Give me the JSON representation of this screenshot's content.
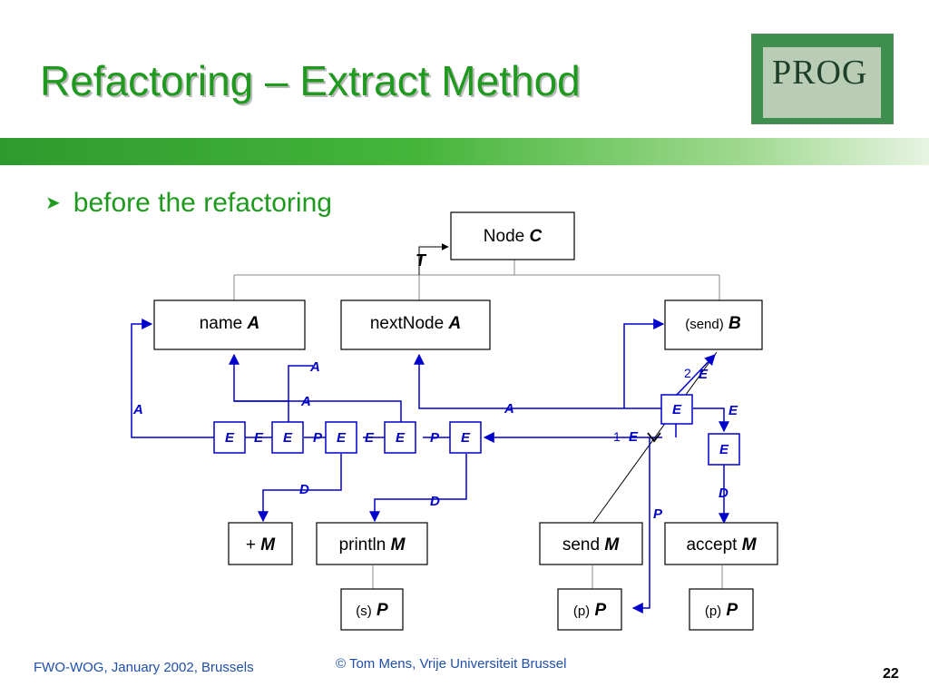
{
  "slide": {
    "title": "Refactoring – Extract Method",
    "bullet": "before the refactoring",
    "logo_text": "PROG",
    "footer_left": "FWO-WOG, January 2002, Brussels",
    "footer_center": "© Tom Mens, Vrije Universiteit Brussel",
    "page_number": "22"
  },
  "diagram": {
    "nodes": {
      "node": {
        "name": "Node",
        "type": "C"
      },
      "name": {
        "name": "name",
        "type": "A"
      },
      "nextnode": {
        "name": "nextNode",
        "type": "A"
      },
      "send_b": {
        "name": "(send)",
        "type": "B"
      },
      "plus": {
        "name": "+",
        "type": "M"
      },
      "println": {
        "name": "println",
        "type": "M"
      },
      "send_m": {
        "name": "send",
        "type": "M"
      },
      "accept": {
        "name": "accept",
        "type": "M"
      },
      "s_p": {
        "name": "(s)",
        "type": "P"
      },
      "p_p1": {
        "name": "(p)",
        "type": "P"
      },
      "p_p2": {
        "name": "(p)",
        "type": "P"
      }
    },
    "e_boxes": [
      "E",
      "E",
      "E",
      "E",
      "E",
      "E",
      "E"
    ],
    "edge_labels": {
      "t": "T",
      "a1": "A",
      "a2": "A",
      "a3": "A",
      "a4": "A",
      "e1": "E",
      "e2": "E",
      "e3": "E",
      "e4": "E",
      "e5": "E",
      "p1": "P",
      "p2": "P",
      "p3": "P",
      "d1": "D",
      "d2": "D",
      "d3": "D",
      "n1": "1",
      "n2": "2"
    },
    "colors": {
      "edge": "#0000cc",
      "title": "#1f9a1f"
    }
  }
}
